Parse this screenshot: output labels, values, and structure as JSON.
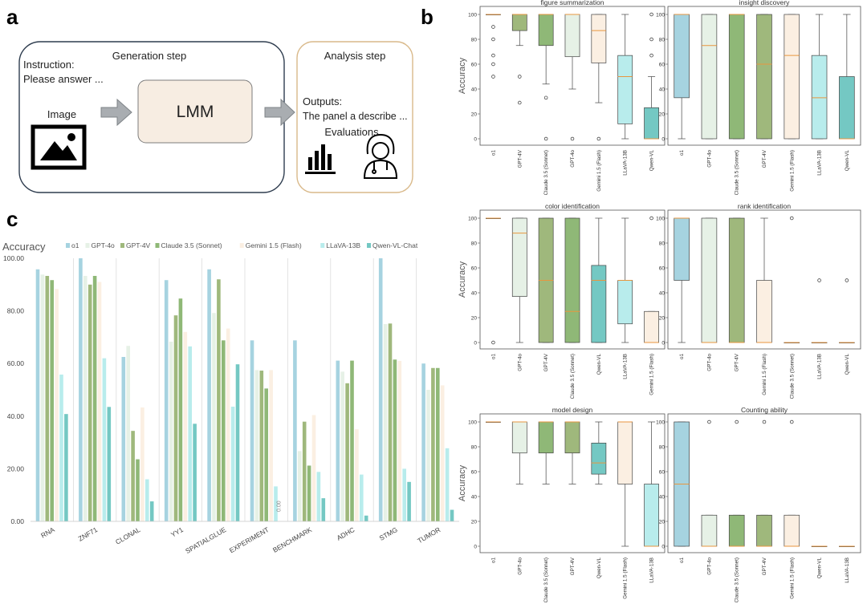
{
  "panel_a": {
    "letter": "a",
    "generation_title": "Generation step",
    "instruction_label": "Instruction:",
    "instruction_text": "Please answer ...",
    "image_label": "Image",
    "lmm_label": "LMM",
    "analysis_title": "Analysis step",
    "outputs_label": "Outputs:",
    "outputs_text": "The panel a describe ...",
    "evaluations_label": "Evaluations",
    "colors": {
      "gen_border": "#2f3d4f",
      "ana_border": "#d9b98a",
      "lmm_fill": "#f7ede2",
      "arrow": "#9aa0a6"
    }
  },
  "panel_b": {
    "letter": "b"
  },
  "panel_c": {
    "letter": "c"
  },
  "colors": {
    "o1": "#a6d3e0",
    "GPT-4o": "#e6f1e6",
    "GPT-4V": "#9fb87c",
    "Claude 3.5 (Sonnet)": "#8fb877",
    "Gemini 1.5 (Flash)": "#fbefe2",
    "LLaVA-13B": "#b8ecec",
    "Qwen-VL": "#74c8c3",
    "Qwen-VL-Chat": "#74c8c3",
    "median": "#e8963f"
  },
  "chart_data": [
    {
      "type": "bar",
      "panel": "c",
      "ylabel": "Accuracy",
      "ylim": [
        0,
        100
      ],
      "yticks": [
        "0.00",
        "20.00",
        "40.00",
        "60.00",
        "80.00",
        "100.00"
      ],
      "zero_label": "0.00",
      "categories": [
        "RNA",
        "ZNF71",
        "CLONAL",
        "YY1",
        "SPATIALGLUE",
        "EXPERIMENT",
        "BENCHMARK",
        "ADHC",
        "STMG",
        "TUMOR"
      ],
      "series": [
        {
          "name": "o1",
          "values": [
            95.8,
            100,
            62.5,
            91.7,
            95.8,
            68.8,
            68.8,
            61.1,
            100,
            60.0
          ]
        },
        {
          "name": "GPT-4o",
          "values": [
            93.8,
            93.3,
            66.7,
            68.3,
            79.2,
            57.5,
            26.7,
            56.9,
            75.0,
            50.0
          ]
        },
        {
          "name": "GPT-4V",
          "values": [
            93.3,
            90.0,
            34.4,
            78.3,
            92.0,
            57.3,
            37.9,
            52.5,
            75.2,
            58.3
          ]
        },
        {
          "name": "Claude 3.5 (Sonnet)",
          "values": [
            91.7,
            93.3,
            23.6,
            84.7,
            68.8,
            50.5,
            21.2,
            61.1,
            61.5,
            58.3
          ]
        },
        {
          "name": "Gemini 1.5 (Flash)",
          "values": [
            88.3,
            91.0,
            43.3,
            72.0,
            73.3,
            57.5,
            40.4,
            35.0,
            61.0,
            51.7
          ]
        },
        {
          "name": "LLaVA-13B",
          "values": [
            55.8,
            62.0,
            16.0,
            66.5,
            43.6,
            13.3,
            18.8,
            17.8,
            20.0,
            27.8
          ]
        },
        {
          "name": "Qwen-VL-Chat",
          "values": [
            40.8,
            43.5,
            7.6,
            37.1,
            59.7,
            0,
            8.8,
            2.2,
            15.0,
            4.4
          ]
        }
      ]
    },
    {
      "type": "box",
      "panel": "b",
      "title": "figure summarization",
      "ylabel": "Accuracy",
      "ylim": [
        0,
        100
      ],
      "yticks": [
        "0",
        "20",
        "40",
        "60",
        "80",
        "100"
      ],
      "categories": [
        "o1",
        "GPT-4V",
        "Claude 3.5 (Sonnet)",
        "GPT-4o",
        "Gemini 1.5 (Flash)",
        "LLaVA-13B",
        "Qwen-VL"
      ],
      "boxes": [
        {
          "name": "o1",
          "whislo": 100,
          "q1": 100,
          "med": 100,
          "q3": 100,
          "whishi": 100,
          "fliers": [
            90,
            80,
            67,
            60,
            50
          ]
        },
        {
          "name": "GPT-4V",
          "whislo": 75,
          "q1": 87,
          "med": 100,
          "q3": 100,
          "whishi": 100,
          "fliers": [
            50,
            29
          ]
        },
        {
          "name": "Claude 3.5 (Sonnet)",
          "whislo": 44,
          "q1": 75,
          "med": 100,
          "q3": 100,
          "whishi": 100,
          "fliers": [
            33,
            0
          ]
        },
        {
          "name": "GPT-4o",
          "whislo": 40,
          "q1": 66,
          "med": 100,
          "q3": 100,
          "whishi": 100,
          "fliers": [
            0
          ]
        },
        {
          "name": "Gemini 1.5 (Flash)",
          "whislo": 29,
          "q1": 61,
          "med": 87,
          "q3": 100,
          "whishi": 100,
          "fliers": [
            0
          ]
        },
        {
          "name": "LLaVA-13B",
          "whislo": 0,
          "q1": 12,
          "med": 50,
          "q3": 67,
          "whishi": 100,
          "fliers": []
        },
        {
          "name": "Qwen-VL",
          "whislo": 0,
          "q1": 0,
          "med": 0,
          "q3": 25,
          "whishi": 50,
          "fliers": [
            67,
            80,
            100
          ]
        }
      ]
    },
    {
      "type": "box",
      "panel": "b",
      "title": "insight discovery",
      "ylabel": "",
      "ylim": [
        0,
        100
      ],
      "yticks": [
        "0",
        "20",
        "40",
        "60",
        "80",
        "100"
      ],
      "categories": [
        "o1",
        "GPT-4o",
        "Claude 3.5 (Sonnet)",
        "GPT-4V",
        "Gemini 1.5 (Flash)",
        "LLaVA-13B",
        "Qwen-VL"
      ],
      "boxes": [
        {
          "name": "o1",
          "whislo": 0,
          "q1": 33,
          "med": 100,
          "q3": 100,
          "whishi": 100,
          "fliers": []
        },
        {
          "name": "GPT-4o",
          "whislo": 0,
          "q1": 0,
          "med": 75,
          "q3": 100,
          "whishi": 100,
          "fliers": []
        },
        {
          "name": "Claude 3.5 (Sonnet)",
          "whislo": 0,
          "q1": 0,
          "med": 100,
          "q3": 100,
          "whishi": 100,
          "fliers": []
        },
        {
          "name": "GPT-4V",
          "whislo": 0,
          "q1": 0,
          "med": 60,
          "q3": 100,
          "whishi": 100,
          "fliers": []
        },
        {
          "name": "Gemini 1.5 (Flash)",
          "whislo": 0,
          "q1": 0,
          "med": 67,
          "q3": 100,
          "whishi": 100,
          "fliers": []
        },
        {
          "name": "LLaVA-13B",
          "whislo": 0,
          "q1": 0,
          "med": 33,
          "q3": 67,
          "whishi": 100,
          "fliers": []
        },
        {
          "name": "Qwen-VL",
          "whislo": 0,
          "q1": 0,
          "med": 0,
          "q3": 50,
          "whishi": 100,
          "fliers": []
        }
      ]
    },
    {
      "type": "box",
      "panel": "b",
      "title": "color identification",
      "ylabel": "Accuracy",
      "ylim": [
        0,
        100
      ],
      "yticks": [
        "0",
        "20",
        "40",
        "60",
        "80",
        "100"
      ],
      "categories": [
        "o1",
        "GPT-4o",
        "GPT-4V",
        "Claude 3.5 (Sonnet)",
        "Qwen-VL",
        "LLaVA-13B",
        "Gemini 1.5 (Flash)"
      ],
      "boxes": [
        {
          "name": "o1",
          "whislo": 100,
          "q1": 100,
          "med": 100,
          "q3": 100,
          "whishi": 100,
          "fliers": [
            0
          ]
        },
        {
          "name": "GPT-4o",
          "whislo": 0,
          "q1": 37,
          "med": 88,
          "q3": 100,
          "whishi": 100,
          "fliers": []
        },
        {
          "name": "GPT-4V",
          "whislo": 0,
          "q1": 0,
          "med": 50,
          "q3": 100,
          "whishi": 100,
          "fliers": []
        },
        {
          "name": "Claude 3.5 (Sonnet)",
          "whislo": 0,
          "q1": 0,
          "med": 25,
          "q3": 100,
          "whishi": 100,
          "fliers": []
        },
        {
          "name": "Qwen-VL",
          "whislo": 0,
          "q1": 0,
          "med": 50,
          "q3": 62,
          "whishi": 100,
          "fliers": []
        },
        {
          "name": "LLaVA-13B",
          "whislo": 0,
          "q1": 15,
          "med": 50,
          "q3": 50,
          "whishi": 100,
          "fliers": []
        },
        {
          "name": "Gemini 1.5 (Flash)",
          "whislo": 0,
          "q1": 0,
          "med": 0,
          "q3": 25,
          "whishi": 25,
          "fliers": [
            100
          ]
        }
      ]
    },
    {
      "type": "box",
      "panel": "b",
      "title": "rank identification",
      "ylabel": "",
      "ylim": [
        0,
        100
      ],
      "yticks": [
        "0",
        "20",
        "40",
        "60",
        "80",
        "100"
      ],
      "categories": [
        "o1",
        "GPT-4o",
        "GPT-4V",
        "Gemini 1.5 (Flash)",
        "Claude 3.5 (Sonnet)",
        "LLaVA-13B",
        "Qwen-VL"
      ],
      "boxes": [
        {
          "name": "o1",
          "whislo": 0,
          "q1": 50,
          "med": 100,
          "q3": 100,
          "whishi": 100,
          "fliers": []
        },
        {
          "name": "GPT-4o",
          "whislo": 0,
          "q1": 0,
          "med": 0,
          "q3": 100,
          "whishi": 100,
          "fliers": []
        },
        {
          "name": "GPT-4V",
          "whislo": 0,
          "q1": 0,
          "med": 0,
          "q3": 100,
          "whishi": 100,
          "fliers": []
        },
        {
          "name": "Gemini 1.5 (Flash)",
          "whislo": 0,
          "q1": 0,
          "med": 0,
          "q3": 50,
          "whishi": 100,
          "fliers": []
        },
        {
          "name": "Claude 3.5 (Sonnet)",
          "whislo": 0,
          "q1": 0,
          "med": 0,
          "q3": 0,
          "whishi": 0,
          "fliers": [
            100
          ]
        },
        {
          "name": "LLaVA-13B",
          "whislo": 0,
          "q1": 0,
          "med": 0,
          "q3": 0,
          "whishi": 0,
          "fliers": [
            50
          ]
        },
        {
          "name": "Qwen-VL",
          "whislo": 0,
          "q1": 0,
          "med": 0,
          "q3": 0,
          "whishi": 0,
          "fliers": [
            50
          ]
        }
      ]
    },
    {
      "type": "box",
      "panel": "b",
      "title": "model design",
      "ylabel": "Accuracy",
      "ylim": [
        0,
        100
      ],
      "yticks": [
        "0",
        "20",
        "40",
        "60",
        "80",
        "100"
      ],
      "categories": [
        "o1",
        "GPT-4o",
        "Claude 3.5 (Sonnet)",
        "GPT-4V",
        "Qwen-VL",
        "Gemini 1.5 (Flash)",
        "LLaVA-13B"
      ],
      "boxes": [
        {
          "name": "o1",
          "whislo": 100,
          "q1": 100,
          "med": 100,
          "q3": 100,
          "whishi": 100,
          "fliers": []
        },
        {
          "name": "GPT-4o",
          "whislo": 50,
          "q1": 75,
          "med": 100,
          "q3": 100,
          "whishi": 100,
          "fliers": []
        },
        {
          "name": "Claude 3.5 (Sonnet)",
          "whislo": 50,
          "q1": 75,
          "med": 100,
          "q3": 100,
          "whishi": 100,
          "fliers": []
        },
        {
          "name": "GPT-4V",
          "whislo": 50,
          "q1": 75,
          "med": 100,
          "q3": 100,
          "whishi": 100,
          "fliers": []
        },
        {
          "name": "Qwen-VL",
          "whislo": 50,
          "q1": 58,
          "med": 67,
          "q3": 83,
          "whishi": 100,
          "fliers": []
        },
        {
          "name": "Gemini 1.5 (Flash)",
          "whislo": 0,
          "q1": 50,
          "med": 100,
          "q3": 100,
          "whishi": 100,
          "fliers": []
        },
        {
          "name": "LLaVA-13B",
          "whislo": 0,
          "q1": 0,
          "med": 0,
          "q3": 50,
          "whishi": 100,
          "fliers": []
        }
      ]
    },
    {
      "type": "box",
      "panel": "b",
      "title": "Counting ability",
      "ylabel": "",
      "ylim": [
        0,
        100
      ],
      "yticks": [
        "0",
        "20",
        "40",
        "60",
        "80",
        "100"
      ],
      "categories": [
        "o1",
        "GPT-4o",
        "Claude 3.5 (Sonnet)",
        "GPT-4V",
        "Gemini 1.5 (Flash)",
        "Qwen-VL",
        "LLaVA-13B"
      ],
      "boxes": [
        {
          "name": "o1",
          "whislo": 0,
          "q1": 0,
          "med": 50,
          "q3": 100,
          "whishi": 100,
          "fliers": []
        },
        {
          "name": "GPT-4o",
          "whislo": 0,
          "q1": 0,
          "med": 0,
          "q3": 25,
          "whishi": 25,
          "fliers": [
            100
          ]
        },
        {
          "name": "Claude 3.5 (Sonnet)",
          "whislo": 0,
          "q1": 0,
          "med": 0,
          "q3": 25,
          "whishi": 25,
          "fliers": [
            100
          ]
        },
        {
          "name": "GPT-4V",
          "whislo": 0,
          "q1": 0,
          "med": 0,
          "q3": 25,
          "whishi": 25,
          "fliers": [
            100
          ]
        },
        {
          "name": "Gemini 1.5 (Flash)",
          "whislo": 0,
          "q1": 0,
          "med": 0,
          "q3": 25,
          "whishi": 25,
          "fliers": [
            100
          ]
        },
        {
          "name": "Qwen-VL",
          "whislo": 0,
          "q1": 0,
          "med": 0,
          "q3": 0,
          "whishi": 0,
          "fliers": []
        },
        {
          "name": "LLaVA-13B",
          "whislo": 0,
          "q1": 0,
          "med": 0,
          "q3": 0,
          "whishi": 0,
          "fliers": []
        }
      ]
    }
  ]
}
